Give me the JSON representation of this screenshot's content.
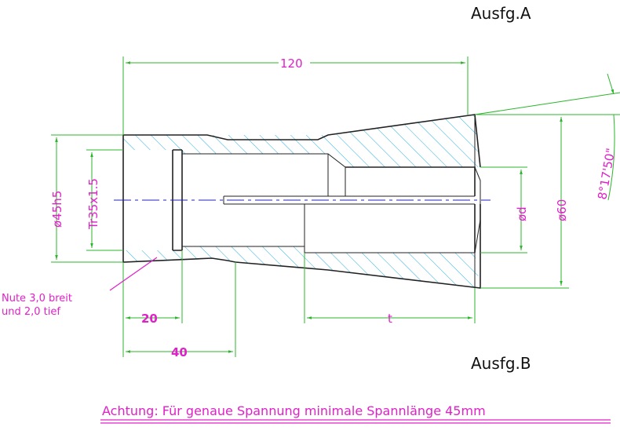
{
  "titles": {
    "top": "Ausfg.A",
    "bottom": "Ausfg.B"
  },
  "dimensions": {
    "overall_length": "120",
    "thread_diameter": "ø45h5",
    "thread_spec": "Tr35x1.5",
    "bore_diameter": "ød",
    "outer_diameter": "ø60",
    "taper_angle": "8°17'50\"",
    "groove_position": "20",
    "shoulder_length": "40",
    "bore_depth": "t"
  },
  "groove_note": {
    "line1": "Nute 3,0 breit",
    "line2": "und 2,0 tief"
  },
  "warning": "Achtung: Für genaue Spannung minimale Spannlänge 45mm",
  "colors": {
    "dimension_lines": "#2bb52b",
    "text": "#e020c8",
    "hatch": "#2ab0e0",
    "center_line": "#2020c0",
    "outline": "#222222"
  }
}
